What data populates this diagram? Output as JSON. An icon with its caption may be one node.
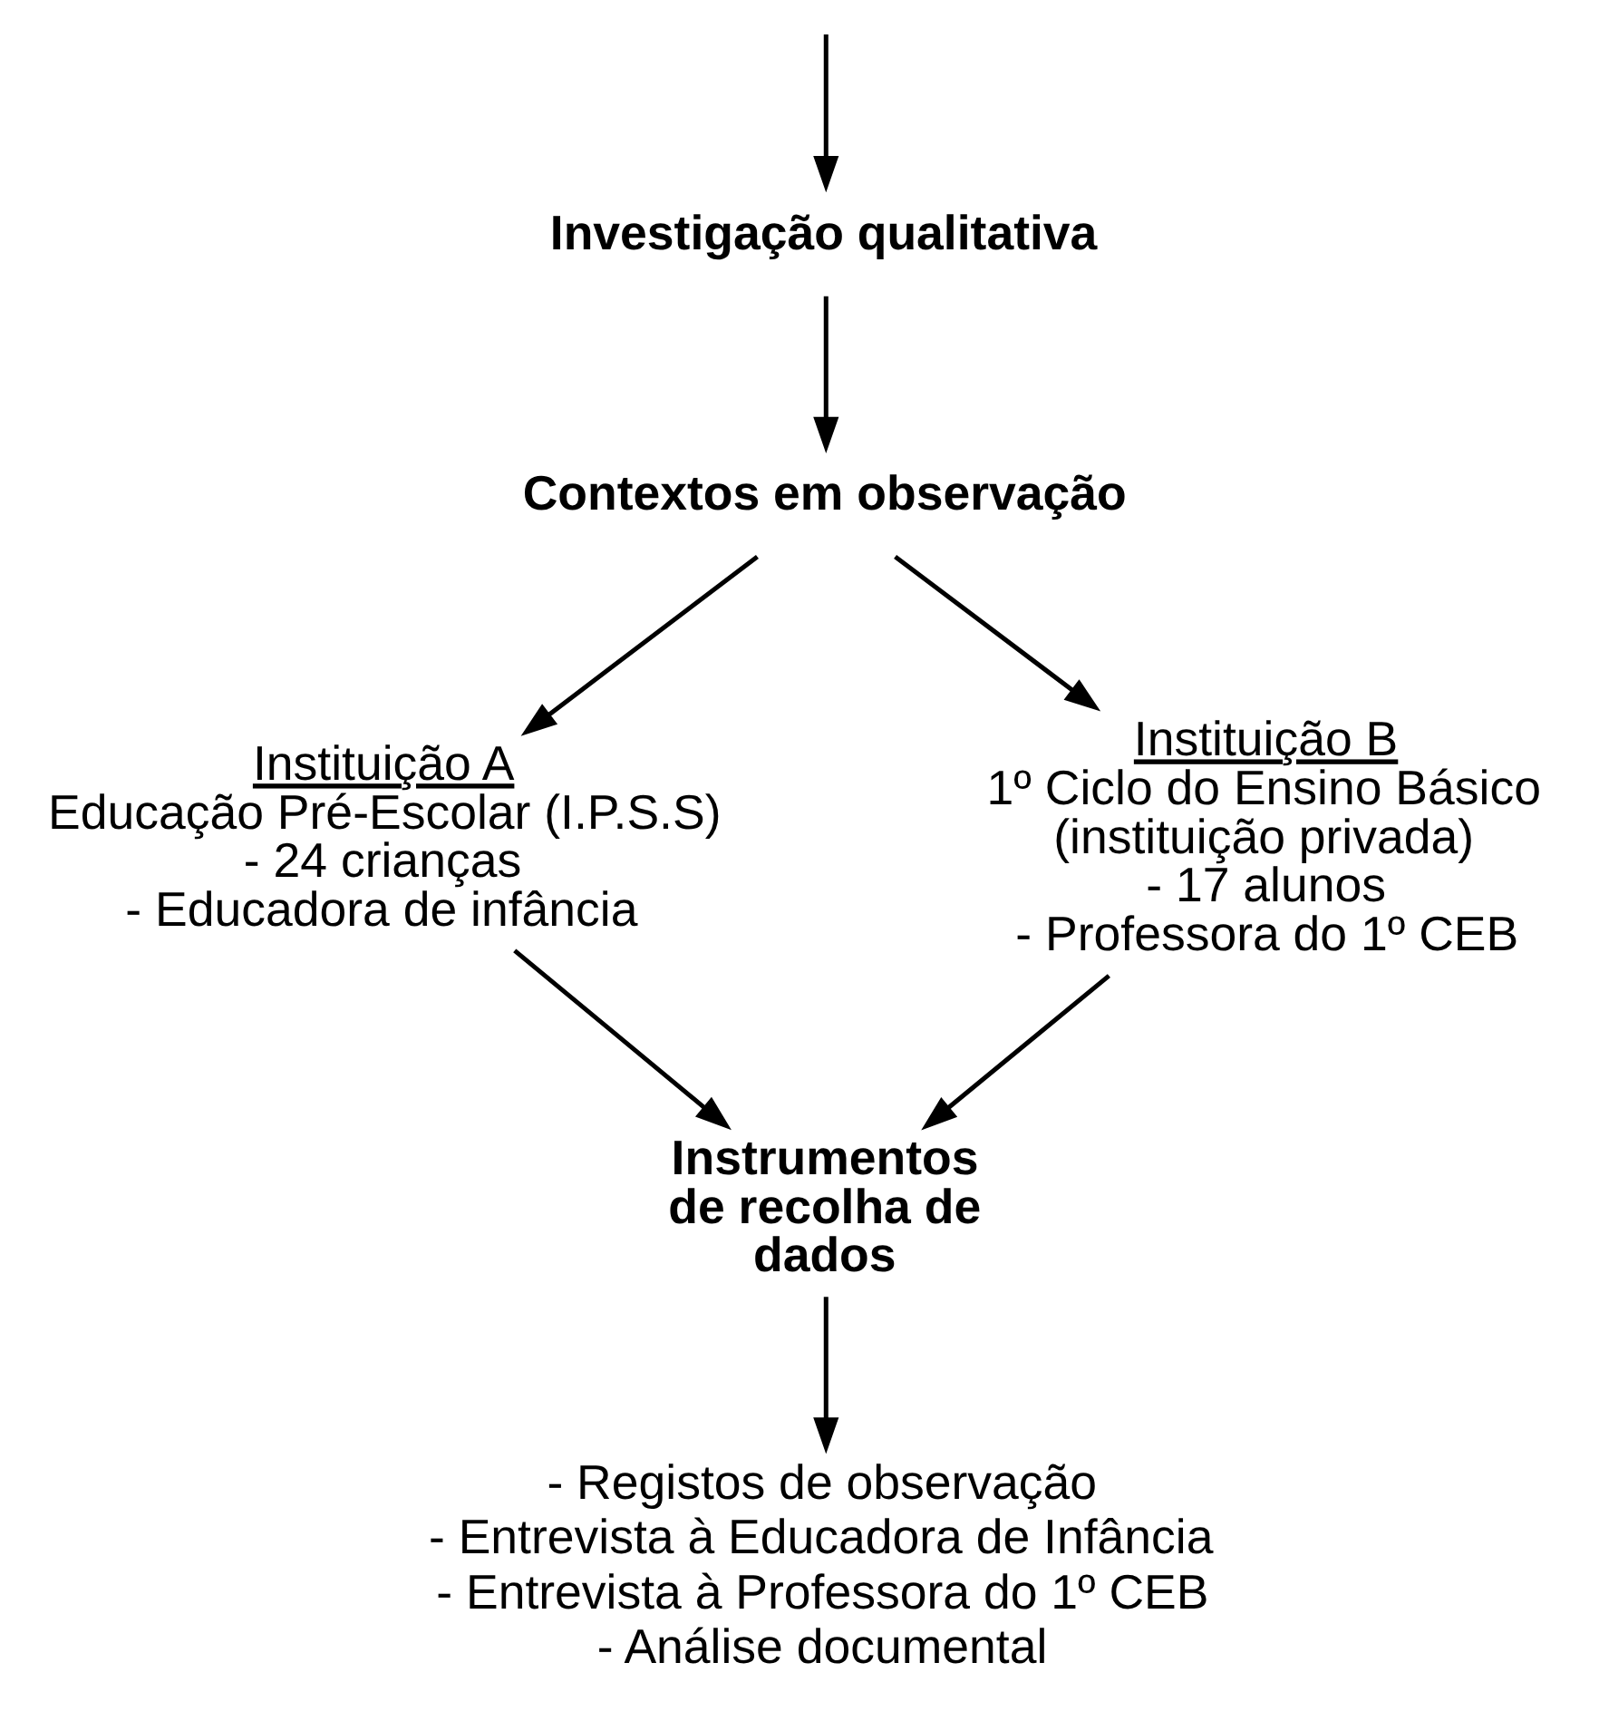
{
  "diagram": {
    "nodes": [
      {
        "text": [
          "Investigação qualitativa"
        ]
      },
      {
        "text": [
          "Contextos em observação"
        ]
      },
      {
        "text": [
          "Instituição A",
          "Educação Pré-Escolar (I.P.S.S)",
          "- 24 crianças",
          "- Educadora de infância"
        ]
      },
      {
        "text": [
          "Instituição B",
          "1º Ciclo do Ensino Básico (instituição privada)",
          "- 17 alunos",
          "- Professora do 1º CEB"
        ]
      },
      {
        "text": [
          "Instrumentos de recolha de dados"
        ]
      },
      {
        "text": [
          "- Registos de observação",
          "- Entrevista à Educadora de Infância",
          "- Entrevista à Professora do 1º CEB",
          "- Análise documental"
        ]
      }
    ],
    "edges": [
      {
        "from": null,
        "to": 0,
        "arrow": "to"
      },
      {
        "from": 0,
        "to": 1,
        "arrow": "to"
      },
      {
        "from": 1,
        "to": 2,
        "arrow": "to"
      },
      {
        "from": 1,
        "to": 3,
        "arrow": "to"
      },
      {
        "from": 2,
        "to": 4,
        "arrow": "to"
      },
      {
        "from": 3,
        "to": 4,
        "arrow": "to"
      },
      {
        "from": 4,
        "to": 5,
        "arrow": "to"
      }
    ]
  }
}
